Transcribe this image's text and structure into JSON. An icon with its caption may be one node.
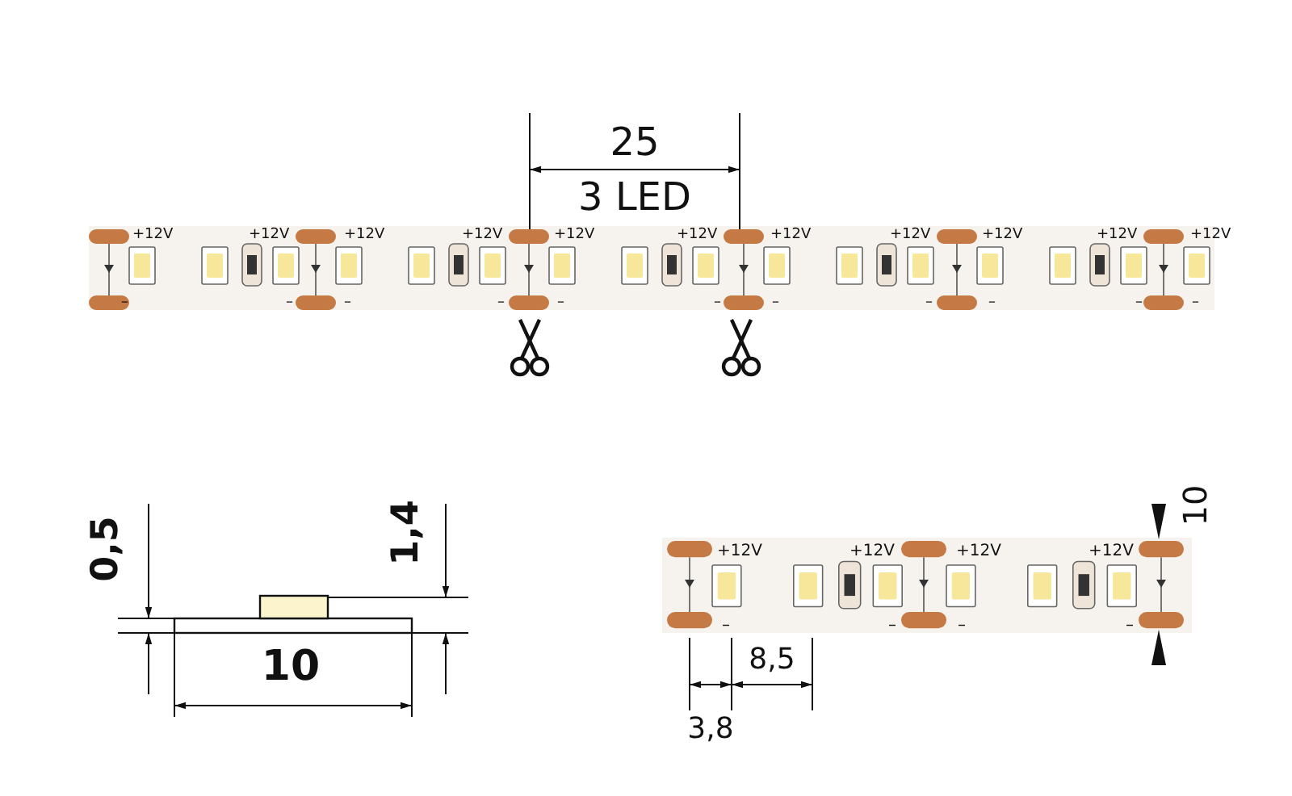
{
  "diagram": {
    "labels": [
      "25",
      "3 LED",
      "+12V",
      "+12V",
      "+12V",
      "+12V",
      "+12V",
      "+12V",
      "+12V",
      "+12V",
      "+12V",
      "+12V",
      "+12V",
      "–",
      "–",
      "–",
      "–",
      "–",
      "–",
      "–",
      "–",
      "–",
      "–",
      "–",
      "0,5",
      "1,4",
      "+12V",
      "+12V",
      "+12V",
      "+12V",
      "10",
      "–",
      "–",
      "–",
      "–",
      "10",
      "8,5",
      "3,8"
    ]
  }
}
